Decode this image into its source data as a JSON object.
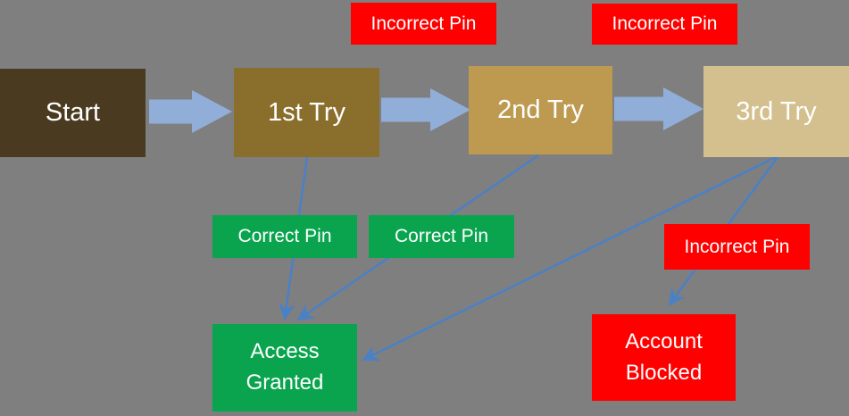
{
  "diagram": {
    "type": "flowchart",
    "background_color": "#7f7f7f",
    "text_color": "#ffffff",
    "colors": {
      "flow_arrow": "#91aed8",
      "connector_line": "#4a80c6",
      "incorrect_status": "#fe0000",
      "correct_status": "#0aa44e",
      "node_start": "#4a3b20",
      "node_try1": "#8a6e2c",
      "node_try2": "#bd9a50",
      "node_try3": "#d3c08e"
    },
    "nodes": {
      "start": {
        "label": "Start"
      },
      "try1": {
        "label": "1st Try"
      },
      "try2": {
        "label": "2nd Try"
      },
      "try3": {
        "label": "3rd Try"
      },
      "access_granted": {
        "label": "Access Granted"
      },
      "account_blocked": {
        "label": "Account Blocked"
      }
    },
    "edge_labels": {
      "incorrect_pin_1": {
        "label": "Incorrect Pin",
        "between": "1st Try and 2nd Try"
      },
      "incorrect_pin_2": {
        "label": "Incorrect Pin",
        "between": "2nd Try and 3rd Try"
      },
      "correct_pin_1": {
        "label": "Correct Pin",
        "between": "1st Try and Access Granted"
      },
      "correct_pin_2": {
        "label": "Correct Pin",
        "between": "2nd Try and Access Granted"
      },
      "incorrect_pin_3": {
        "label": "Incorrect Pin",
        "between": "3rd Try and Account Blocked"
      }
    },
    "edges": [
      {
        "from": "Start",
        "to": "1st Try",
        "style": "block-arrow"
      },
      {
        "from": "1st Try",
        "to": "2nd Try",
        "style": "block-arrow"
      },
      {
        "from": "2nd Try",
        "to": "3rd Try",
        "style": "block-arrow"
      },
      {
        "from": "1st Try",
        "to": "Access Granted",
        "style": "line-arrow"
      },
      {
        "from": "2nd Try",
        "to": "Access Granted",
        "style": "line-arrow"
      },
      {
        "from": "3rd Try",
        "to": "Access Granted",
        "style": "line-arrow"
      },
      {
        "from": "3rd Try",
        "to": "Account Blocked",
        "style": "line-arrow"
      }
    ]
  }
}
